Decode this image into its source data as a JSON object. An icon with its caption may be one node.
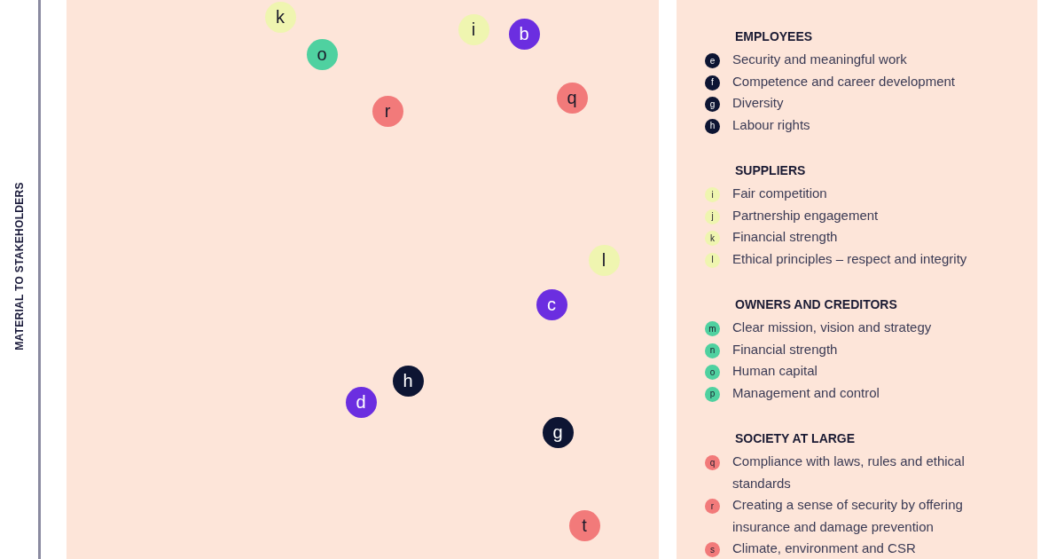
{
  "diagram": {
    "nodes": [
      {
        "text": [
          "k"
        ]
      },
      {
        "text": [
          "i"
        ]
      },
      {
        "text": [
          "b"
        ]
      },
      {
        "text": [
          "o"
        ]
      },
      {
        "text": [
          "q"
        ]
      },
      {
        "text": [
          "r"
        ]
      },
      {
        "text": [
          "l"
        ]
      },
      {
        "text": [
          "c"
        ]
      },
      {
        "text": [
          "h"
        ]
      },
      {
        "text": [
          "d"
        ]
      },
      {
        "text": [
          "g"
        ]
      },
      {
        "text": [
          "t"
        ]
      }
    ],
    "labels": [
      "MATERIAL TO STAKEHOLDERS",
      "EMPLOYEES",
      "e",
      "f",
      "g",
      "h",
      "SUPPLIERS",
      "i",
      "j",
      "k",
      "l",
      "OWNERS AND CREDITORS",
      "m",
      "n",
      "o",
      "p",
      "SOCIETY AT LARGE",
      "q",
      "r",
      "s"
    ],
    "legend": [
      {
        "text": "Security and meaningful work",
        "color": "#0d1533"
      },
      {
        "text": "Competence and career development",
        "color": "#0d1533"
      },
      {
        "text": "Diversity",
        "color": "#0d1533"
      },
      {
        "text": "Labour rights",
        "color": "#0d1533"
      },
      {
        "text": "Fair competition",
        "color": "#eff5b0"
      },
      {
        "text": "Partnership engagement",
        "color": "#eff5b0"
      },
      {
        "text": "Financial strength",
        "color": "#eff5b0"
      },
      {
        "text": "Ethical principles – respect and integrity",
        "color": "#eff5b0"
      },
      {
        "text": "Clear mission, vision and strategy",
        "color": "#4fd1a0"
      },
      {
        "text": "Financial strength",
        "color": "#4fd1a0"
      },
      {
        "text": "Human capital",
        "color": "#4fd1a0"
      },
      {
        "text": "Management and control",
        "color": "#4fd1a0"
      },
      {
        "text": "Compliance with laws, rules and ethical standards",
        "color": "#f27a7a"
      },
      {
        "text": "Creating a sense of security by offering insurance and damage prevention",
        "color": "#f27a7a"
      },
      {
        "text": "Climate, environment and CSR",
        "color": "#f27a7a"
      }
    ]
  }
}
